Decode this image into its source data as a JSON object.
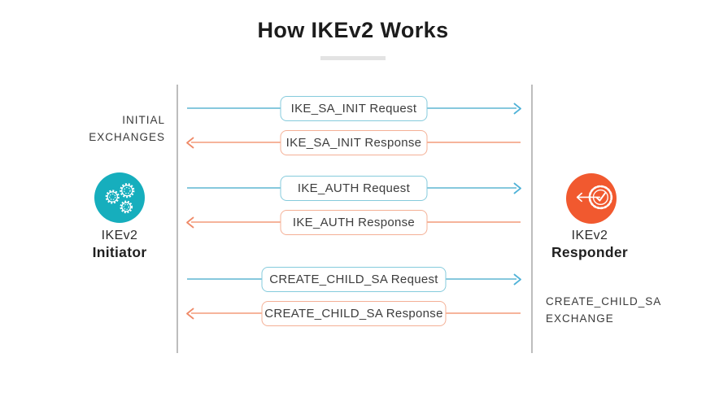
{
  "title": "How IKEv2 Works",
  "actors": {
    "initiator": {
      "line1": "IKEv2",
      "line2": "Initiator",
      "icon": "gears-icon"
    },
    "responder": {
      "line1": "IKEv2",
      "line2": "Responder",
      "icon": "verified-badge-icon"
    }
  },
  "side_labels": {
    "initial": {
      "line1": "INITIAL",
      "line2": "EXCHANGES"
    },
    "child": {
      "line1": "CREATE_CHILD_SA",
      "line2": "EXCHANGE"
    }
  },
  "messages": [
    {
      "label": "IKE_SA_INIT Request",
      "direction": "right",
      "color": "blue"
    },
    {
      "label": "IKE_SA_INIT Response",
      "direction": "left",
      "color": "salmon"
    },
    {
      "label": "IKE_AUTH Request",
      "direction": "right",
      "color": "blue"
    },
    {
      "label": "IKE_AUTH Response",
      "direction": "left",
      "color": "salmon"
    },
    {
      "label": "CREATE_CHILD_SA Request",
      "direction": "right",
      "color": "blue"
    },
    {
      "label": "CREATE_CHILD_SA Response",
      "direction": "left",
      "color": "salmon"
    }
  ],
  "colors": {
    "initiator_circle": "#16aebd",
    "responder_circle": "#f1592f",
    "request_line": "#86c8dd",
    "request_arrowhead": "#4fb2d8",
    "request_box_border": "#85cbdc",
    "response_line": "#f6b49b",
    "response_arrowhead": "#ef8a68",
    "response_box_border": "#f4b096",
    "lifeline_gray": "#bdbdbd",
    "title_underline_gray": "#e3e3e3",
    "title_text": "#1c1c1c"
  }
}
